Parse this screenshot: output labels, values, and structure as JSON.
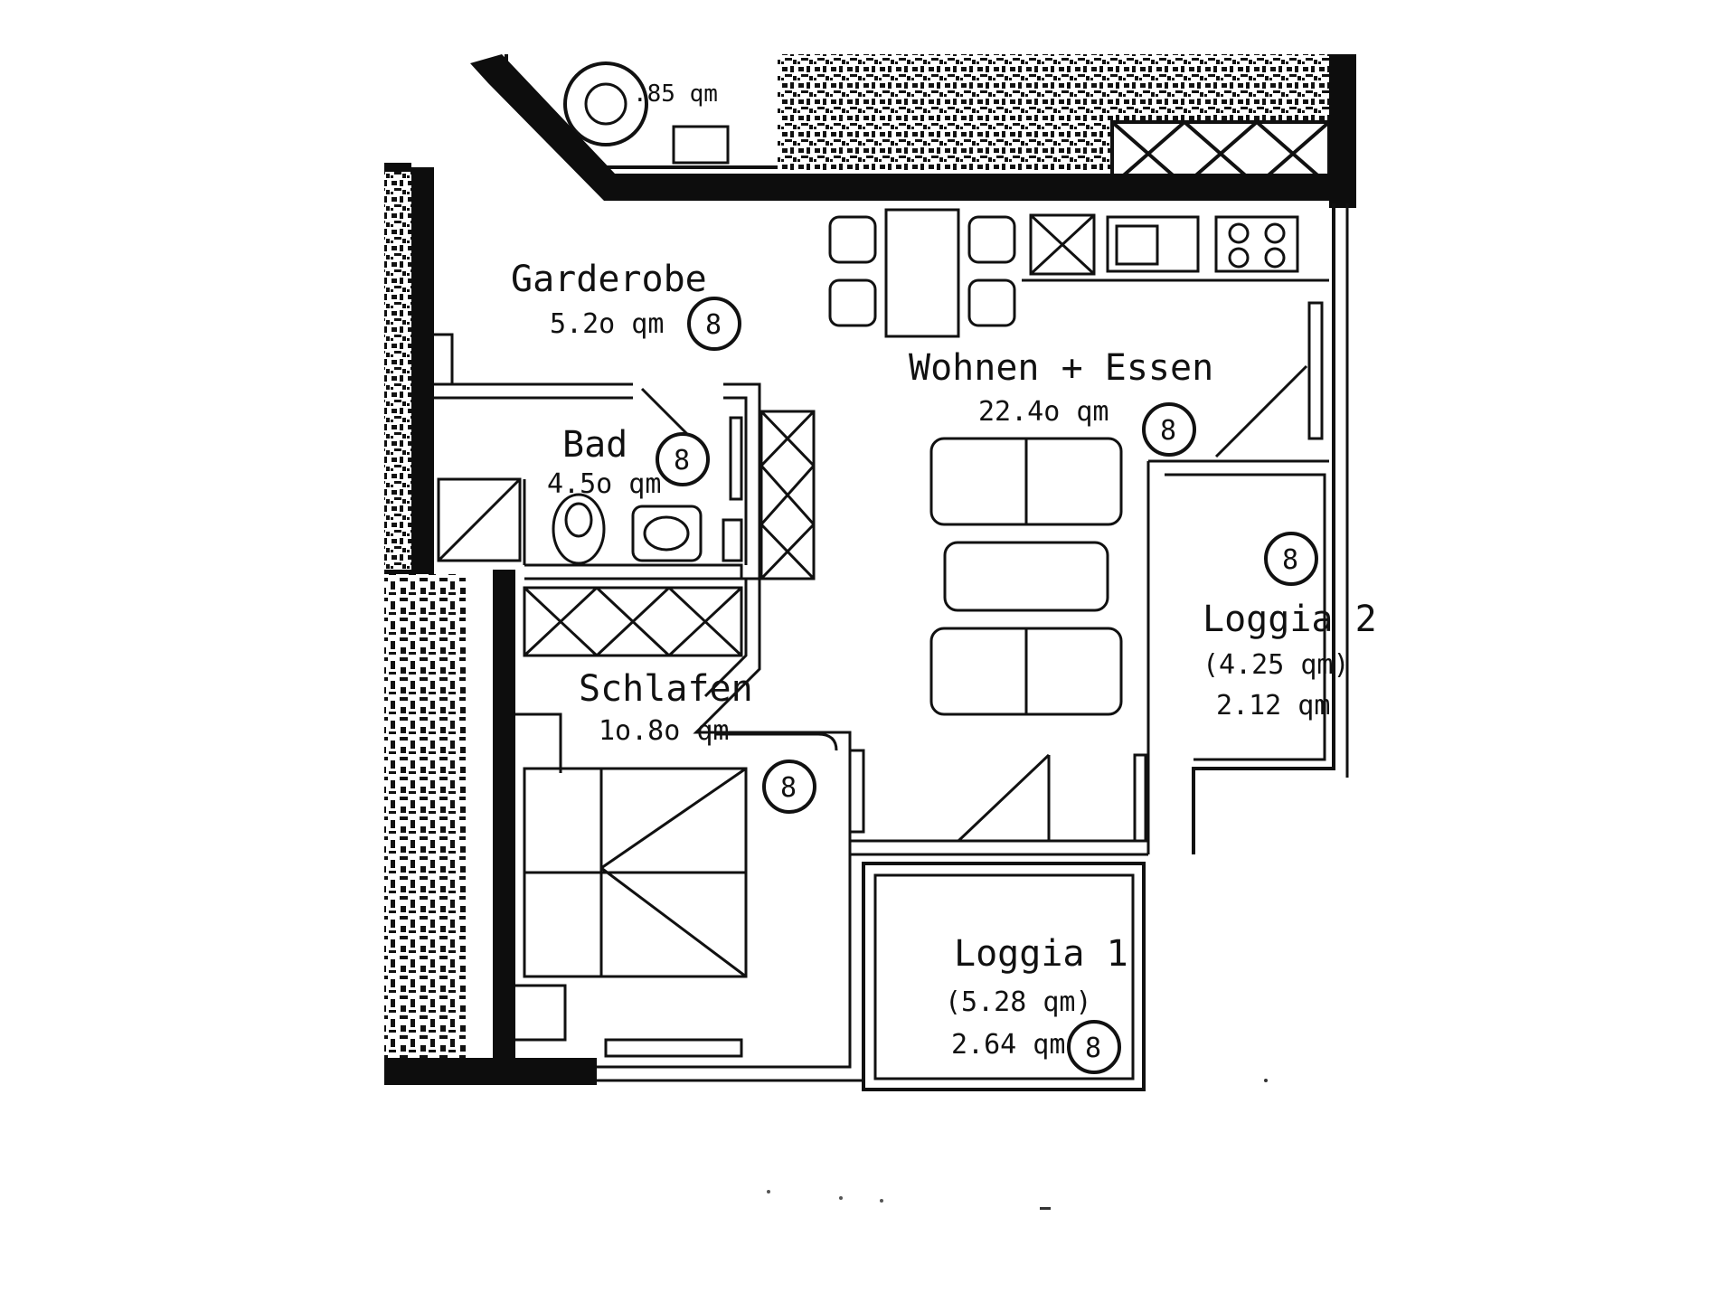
{
  "rooms": [
    {
      "id": "garderobe",
      "name": "Garderobe",
      "area": "5.2o qm",
      "badge": "8"
    },
    {
      "id": "bad",
      "name": "Bad",
      "area": "4.5o qm",
      "badge": "8"
    },
    {
      "id": "wohnen",
      "name": "Wohnen + Essen",
      "area": "22.4o qm",
      "badge": "8"
    },
    {
      "id": "schlafen",
      "name": "Schlafen",
      "area": "1o.8o qm",
      "badge": "8"
    },
    {
      "id": "loggia2",
      "name": "Loggia 2",
      "area": "(4.25 qm)",
      "area2": "2.12 qm",
      "badge": "8"
    },
    {
      "id": "loggia1",
      "name": "Loggia 1",
      "area": "(5.28 qm)",
      "area2": "2.64 qm",
      "badge": "8"
    }
  ],
  "neighbor_fragment": ".85 qm",
  "colors": {
    "ink": "#111111",
    "paper": "#ffffff"
  }
}
